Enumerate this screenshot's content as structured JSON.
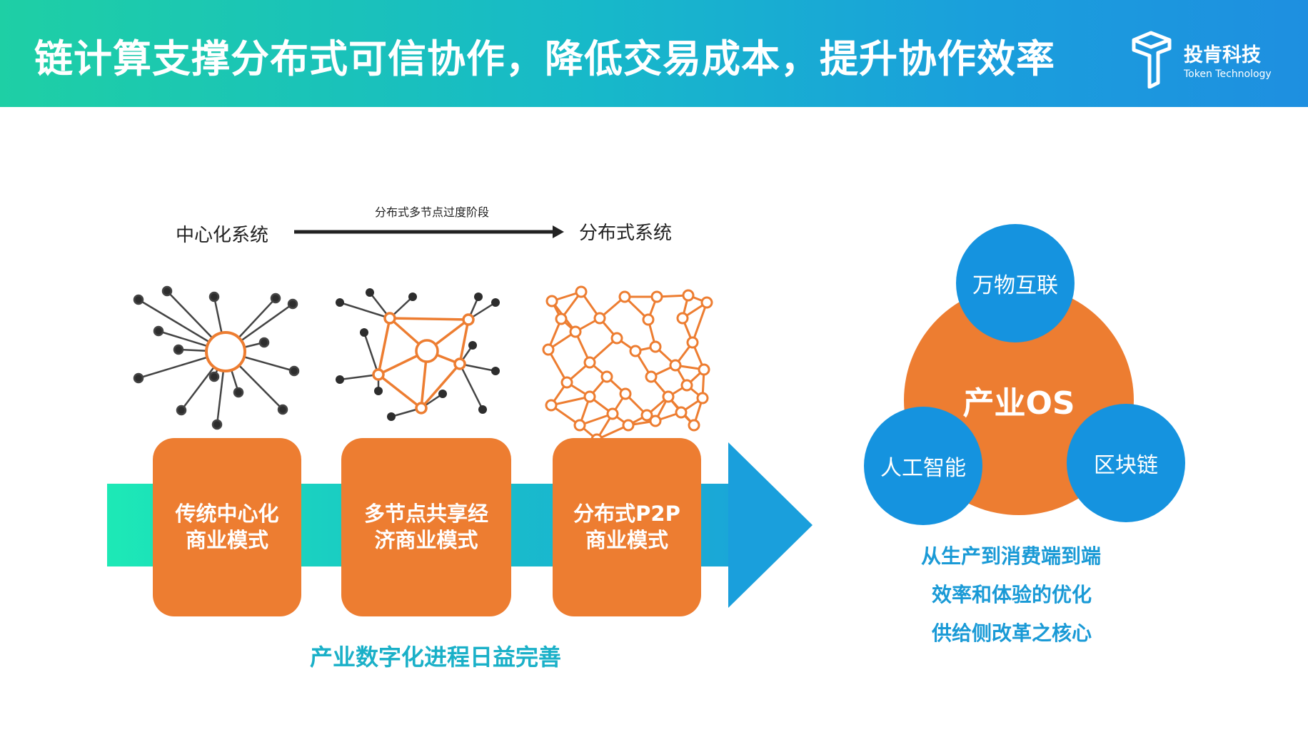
{
  "header": {
    "title": "链计算支撑分布式可信协作，降低交易成本，提升协作效率",
    "logo_name": "投肯科技",
    "logo_sub": "Token Technology",
    "logo_icon": "token-technology-logo-icon"
  },
  "evolution": {
    "start_label": "中心化系统",
    "arrow_label": "分布式多节点过度阶段",
    "end_label": "分布式系统",
    "stages": [
      {
        "line1": "传统中心化",
        "line2": "商业模式"
      },
      {
        "line1": "多节点共享经",
        "line2": "济商业模式"
      },
      {
        "line1": "分布式P2P",
        "line2": "商业模式"
      }
    ],
    "caption": "产业数字化进程日益完善"
  },
  "industry_os": {
    "core": "产业OS",
    "satellites": [
      "万物互联",
      "人工智能",
      "区块链"
    ],
    "notes": [
      "从生产到消费端到端",
      "效率和体验的优化",
      "供给侧改革之核心"
    ]
  },
  "colors": {
    "orange": "#ed7d31",
    "blue": "#1593df",
    "teal_start": "#1de9b6",
    "arrow_end": "#1a9fdc",
    "caption_blue": "#1a9ad6"
  }
}
